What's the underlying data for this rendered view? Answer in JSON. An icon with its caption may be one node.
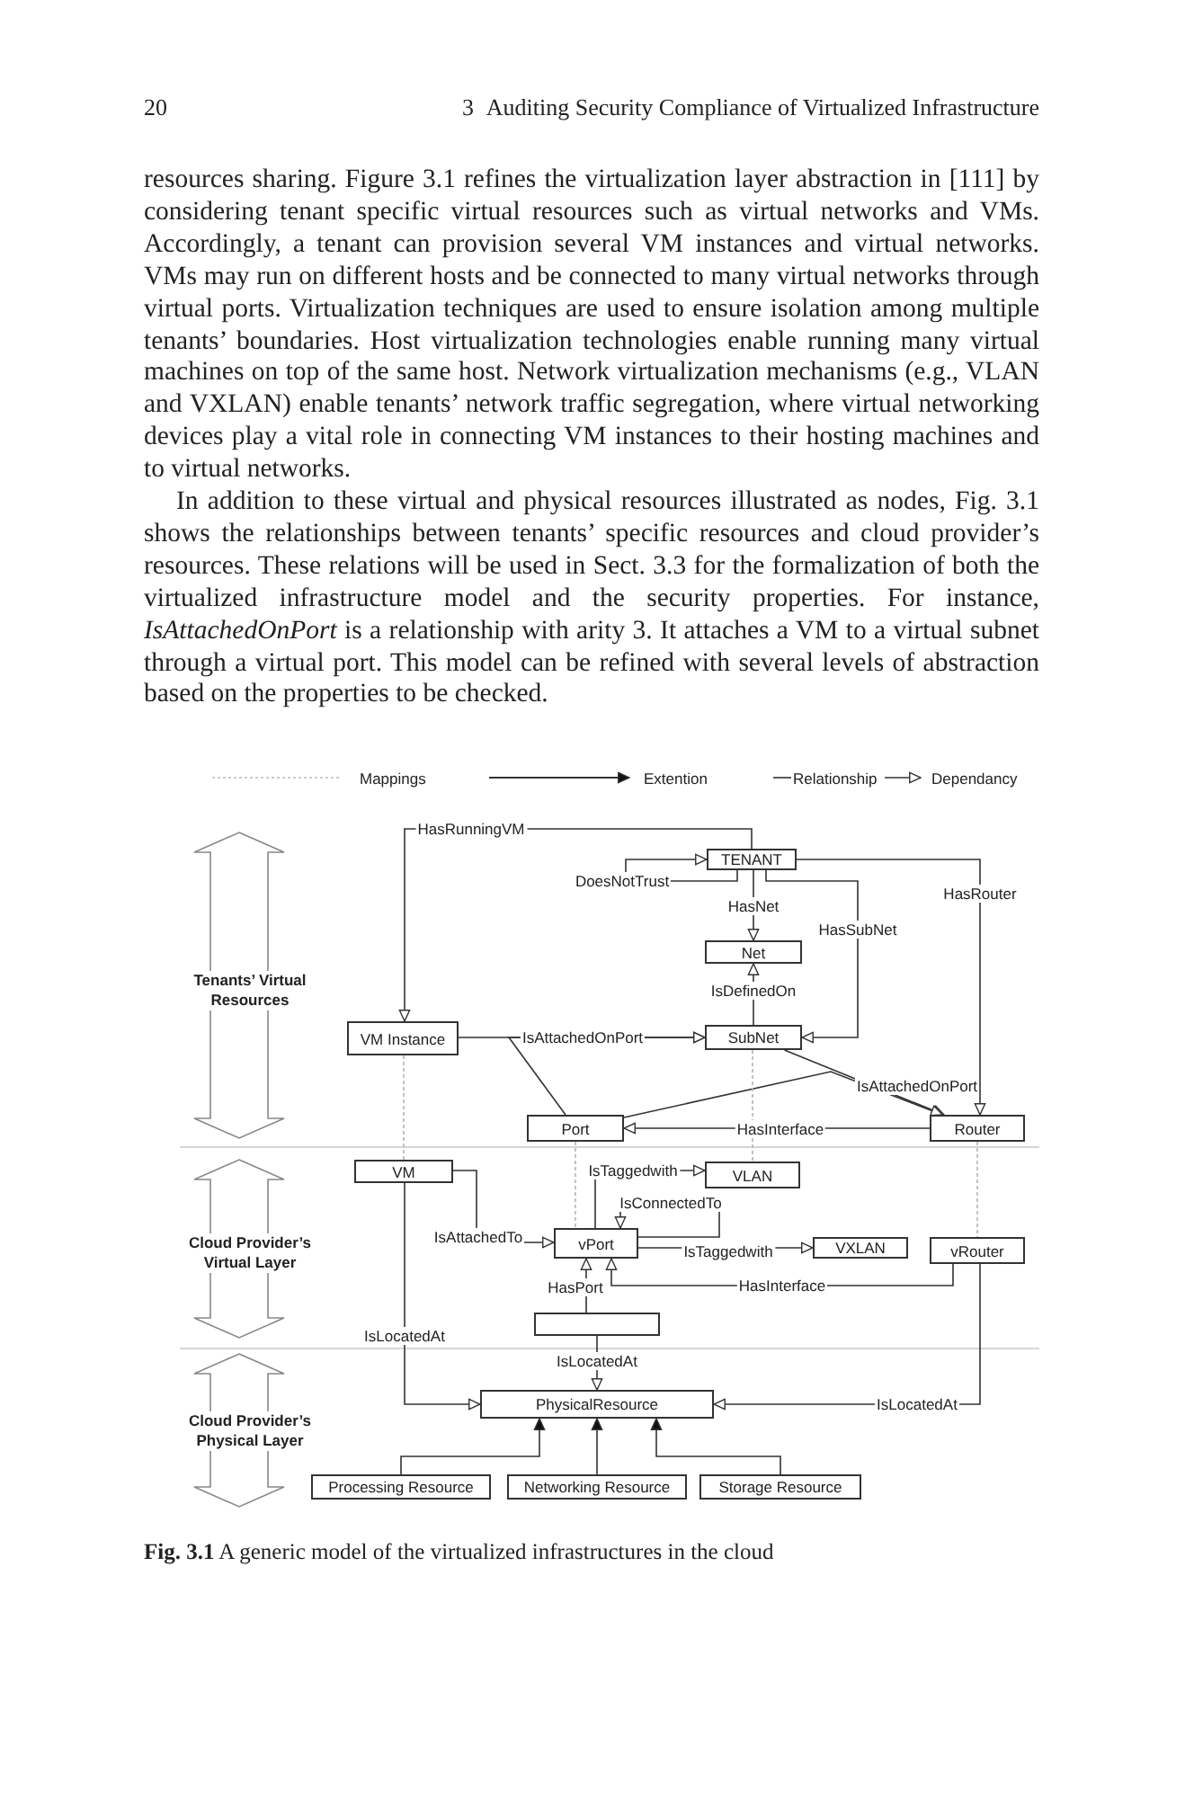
{
  "diagram": {
    "caption": "**Fig. 3.1** A generic model of the virtualized infrastructures in the cloud",
    "nodes": [
      {
        "text": [
          "TENANT"
        ]
      },
      {
        "text": [
          "Net"
        ]
      },
      {
        "text": [
          "VM Instance"
        ]
      },
      {
        "text": [
          "SubNet"
        ]
      },
      {
        "text": [
          "Port"
        ]
      },
      {
        "text": [
          "Router"
        ]
      },
      {
        "text": [
          "VM"
        ]
      },
      {
        "text": [
          "VLAN"
        ]
      },
      {
        "text": [
          "vPort"
        ]
      },
      {
        "text": [
          "VXLAN"
        ]
      },
      {
        "text": [
          "vRouter"
        ]
      },
      {
        "text": [],
        "shape": "box"
      },
      {
        "text": [
          "PhysicalResource"
        ]
      },
      {
        "text": [
          "Processing Resource"
        ]
      },
      {
        "text": [
          "Networking Resource"
        ]
      },
      {
        "text": [
          "Storage Resource"
        ]
      }
    ],
    "edges": [
      {
        "from": 0,
        "to": 2,
        "arrow": "to",
        "label": "HasRunningVM"
      },
      {
        "from": 0,
        "to": 0,
        "arrow": "to",
        "label": "DoesNotTrust"
      },
      {
        "from": 0,
        "to": 1,
        "arrow": "to",
        "label": "HasNet"
      },
      {
        "from": 0,
        "to": 3,
        "arrow": "to",
        "label": "HasSubNet"
      },
      {
        "from": 3,
        "to": 1,
        "arrow": "to",
        "label": "IsDefinedOn"
      },
      {
        "from": 0,
        "to": 5,
        "arrow": "to",
        "label": "HasRouter"
      },
      {
        "from": 2,
        "to": 3,
        "arrow": "to",
        "label": "IsAttachedOnPort"
      },
      {
        "from": 4,
        "to": 3,
        "arrow": "to"
      },
      {
        "from": 3,
        "to": 5,
        "arrow": "to",
        "label": "IsAttachedOnPort"
      },
      {
        "from": 4,
        "to": 5,
        "arrow": "to"
      },
      {
        "from": 5,
        "to": 4,
        "arrow": "to",
        "label": "HasInterface"
      },
      {
        "from": 2,
        "to": 6,
        "arrow": "none",
        "style": "dashed",
        "color": "#b4b4b4"
      },
      {
        "from": 4,
        "to": 8,
        "arrow": "none",
        "style": "dashed",
        "color": "#b4b4b4"
      },
      {
        "from": 3,
        "to": 7,
        "arrow": "none",
        "style": "dashed",
        "color": "#b4b4b4"
      },
      {
        "from": 5,
        "to": 10,
        "arrow": "none",
        "style": "dashed",
        "color": "#b4b4b4"
      },
      {
        "from": 8,
        "to": 7,
        "arrow": "to",
        "label": "IsTaggedwith"
      },
      {
        "from": 8,
        "to": 8,
        "arrow": "to",
        "label": "IsConnectedTo"
      },
      {
        "from": 6,
        "to": 8,
        "arrow": "to",
        "label": "IsAttachedTo"
      },
      {
        "from": 8,
        "to": 9,
        "arrow": "to",
        "label": "IsTaggedwith"
      },
      {
        "from": 11,
        "to": 8,
        "arrow": "to",
        "label": "HasPort"
      },
      {
        "from": 10,
        "to": 8,
        "arrow": "to",
        "label": "HasInterface"
      },
      {
        "from": 6,
        "to": 12,
        "arrow": "to",
        "label": "IsLocatedAt"
      },
      {
        "from": 11,
        "to": 12,
        "arrow": "to",
        "label": "IsLocatedAt"
      },
      {
        "from": 10,
        "to": 12,
        "arrow": "to",
        "label": "IsLocatedAt"
      },
      {
        "from": 13,
        "to": 12,
        "arrow": "to"
      },
      {
        "from": 14,
        "to": 12,
        "arrow": "to"
      },
      {
        "from": 15,
        "to": 12,
        "arrow": "to"
      }
    ],
    "labels": [
      "20",
      "3",
      "Auditing Security Compliance of Virtualized Infrastructure",
      "resources sharing. Figure 3.1 refines the virtualization layer abstraction in [111] by considering tenant specific virtual resources such as virtual networks and VMs. Accordingly, a tenant can provision several VM instances and virtual networks. VMs may run on different hosts and be connected to many virtual networks through virtual ports. Virtualization techniques are used to ensure isolation among multiple tenants’ boundaries. Host virtualization technologies enable running many virtual machines on top of the same host. Network virtualization mechanisms (e.g., VLAN and VXLAN) enable tenants’ network traffic segregation, where virtual networking devices play a vital role in connecting VM instances to their hosting machines and to virtual networks.",
      "In addition to these virtual and physical resources illustrated as nodes, Fig. 3.1 shows the relationships between tenants’ specific resources and cloud provider’s resources. These relations will be used in Sect. 3.3 for the formalization of both the virtualized infrastructure model and the security properties. For instance, *IsAttachedOnPort* is a relationship with arity 3. It attaches a VM to a virtual subnet through a virtual port. This model can be refined with several levels of abstraction based on the properties to be checked.",
      "Tenants’ Virtual Resources",
      "Cloud Provider’s Virtual Layer",
      "Cloud Provider’s Physical Layer"
    ],
    "legend": [
      {
        "text": "Mappings"
      },
      {
        "text": "Extention"
      },
      {
        "text": "Relationship"
      },
      {
        "text": "Dependancy"
      }
    ]
  }
}
